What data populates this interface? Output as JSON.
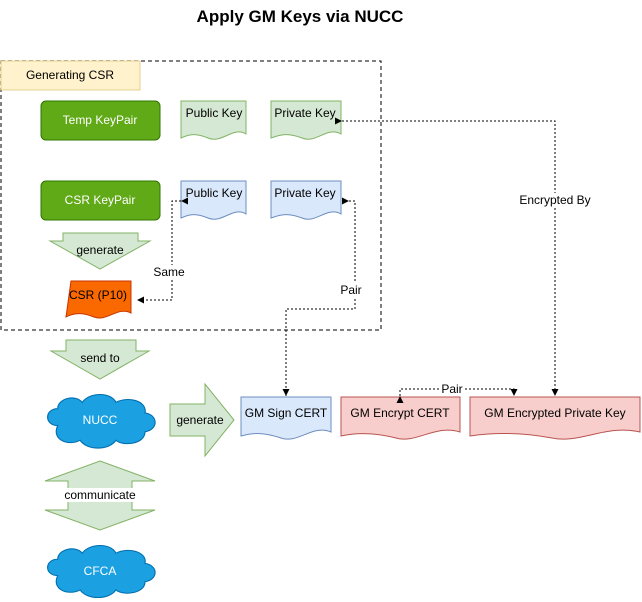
{
  "title": "Apply GM Keys via NUCC",
  "group_label": "Generating CSR",
  "nodes": {
    "temp_keypair": "Temp KeyPair",
    "temp_public_key": "Public Key",
    "temp_private_key": "Private Key",
    "csr_keypair": "CSR KeyPair",
    "csr_public_key": "Public Key",
    "csr_private_key": "Private Key",
    "csr_p10": "CSR (P10)",
    "nucc": "NUCC",
    "cfca": "CFCA",
    "gm_sign_cert": "GM Sign CERT",
    "gm_encrypt_cert": "GM Encrypt CERT",
    "gm_encrypted_private_key": "GM Encrypted Private Key"
  },
  "arrows": {
    "generate_1": "generate",
    "send_to": "send to",
    "generate_2": "generate",
    "communicate": "communicate"
  },
  "edge_labels": {
    "same": "Same",
    "pair_1": "Pair",
    "pair_2": "Pair",
    "encrypted_by": "Encrypted By"
  },
  "colors": {
    "green_fill": "#60a917",
    "green_stroke": "#2d7600",
    "light_green_fill": "#d5e8d4",
    "light_green_stroke": "#82b366",
    "blue_fill": "#dae8fc",
    "blue_stroke": "#6c8ebf",
    "red_fill": "#f8cecc",
    "red_stroke": "#b85450",
    "orange_fill": "#fa6800",
    "orange_stroke": "#c73500",
    "cloud_fill": "#1ba1e2",
    "yellow_fill": "#fff2cc",
    "yellow_stroke": "#d6b656"
  }
}
